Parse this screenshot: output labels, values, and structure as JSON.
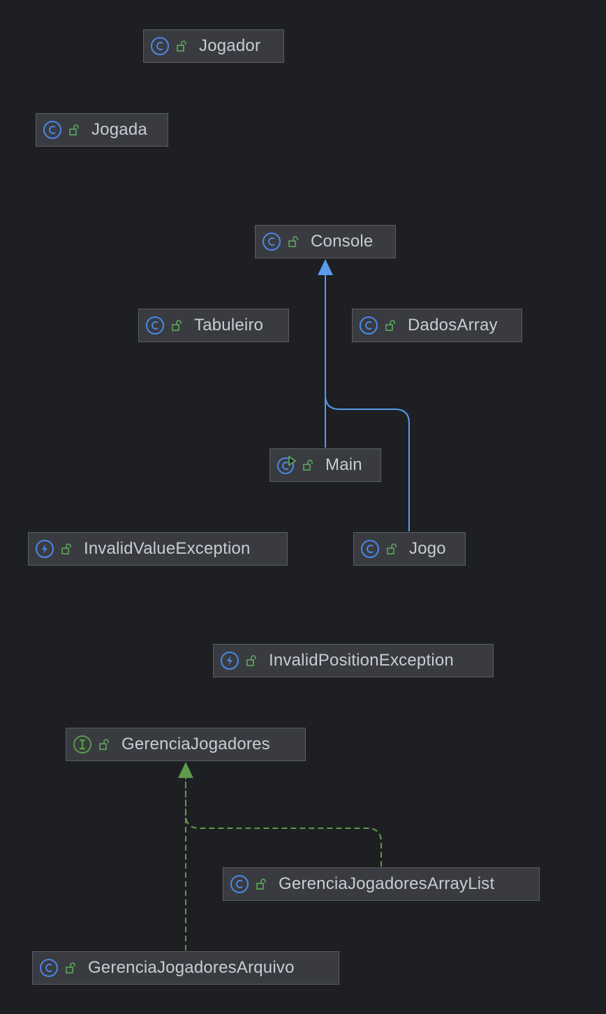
{
  "colors": {
    "background": "#1e1f22",
    "node_fill": "#393b40",
    "node_border": "#5a5d63",
    "class_icon": "#4a88e8",
    "interface_icon": "#5a9a48",
    "lock_icon": "#5fa85f",
    "inheritance_edge": "#5a9bec",
    "implementation_edge": "#5e9a4c",
    "label": "#c9ccd2"
  },
  "nodes": [
    {
      "id": "jogador",
      "label": "Jogador",
      "kind": "class",
      "icon": "class-icon"
    },
    {
      "id": "jogada",
      "label": "Jogada",
      "kind": "class",
      "icon": "class-icon"
    },
    {
      "id": "console",
      "label": "Console",
      "kind": "class",
      "icon": "class-icon"
    },
    {
      "id": "tabuleiro",
      "label": "Tabuleiro",
      "kind": "class",
      "icon": "class-icon"
    },
    {
      "id": "dadosarray",
      "label": "DadosArray",
      "kind": "class",
      "icon": "class-icon"
    },
    {
      "id": "main",
      "label": "Main",
      "kind": "runnable-class",
      "icon": "runnable-class-icon"
    },
    {
      "id": "invalidvalueexception",
      "label": "InvalidValueException",
      "kind": "exception",
      "icon": "exception-icon"
    },
    {
      "id": "jogo",
      "label": "Jogo",
      "kind": "class",
      "icon": "class-icon"
    },
    {
      "id": "invalidpositionexception",
      "label": "InvalidPositionException",
      "kind": "exception",
      "icon": "exception-icon"
    },
    {
      "id": "gerenciajogadores",
      "label": "GerenciaJogadores",
      "kind": "interface",
      "icon": "interface-icon"
    },
    {
      "id": "gerenciajogadoresarraylist",
      "label": "GerenciaJogadoresArrayList",
      "kind": "class",
      "icon": "class-icon"
    },
    {
      "id": "gerenciajogadoresarquivo",
      "label": "GerenciaJogadoresArquivo",
      "kind": "class",
      "icon": "class-icon"
    }
  ],
  "edges": [
    {
      "from": "main",
      "to": "console",
      "type": "inheritance"
    },
    {
      "from": "jogo",
      "to": "console",
      "type": "inheritance"
    },
    {
      "from": "gerenciajogadoresarraylist",
      "to": "gerenciajogadores",
      "type": "implementation"
    },
    {
      "from": "gerenciajogadoresarquivo",
      "to": "gerenciajogadores",
      "type": "implementation"
    }
  ]
}
